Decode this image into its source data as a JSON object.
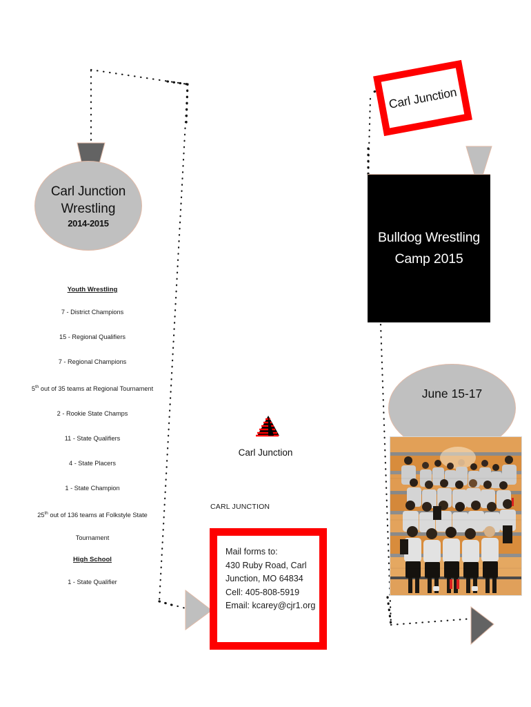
{
  "document": {
    "type": "brochure",
    "title": "Carl Junction Wrestling 2014-2015 / Bulldog Wrestling Camp 2015"
  },
  "colors": {
    "red": "#FE0000",
    "gray_fill": "#C0C0C0",
    "gray_outline": "#E0B9A6",
    "dark_arrow": "#636363",
    "light_arrow": "#BFBFBF",
    "black": "#000000",
    "white": "#FFFFFF",
    "dotted_line": "#1A1A1A"
  },
  "left_panel": {
    "circle": {
      "line1": "Carl Junction",
      "line2": "Wrestling",
      "line3": "2014-2015"
    },
    "youth": {
      "heading": "Youth Wrestling",
      "items": [
        "7 - District Champions",
        "15 - Regional Qualifiers",
        "7 - Regional Champions",
        "2 - Rookie State Champs",
        "11 - State Qualifiers",
        "4 - State Placers",
        "1 - State Champion"
      ],
      "item_regional_rank": {
        "ordinal_num": "5",
        "ordinal_suffix": "th",
        "rest": " out of 35 teams at Regional Tournament"
      },
      "item_state_rank": {
        "ordinal_num": "25",
        "ordinal_suffix": "th",
        "rest": " out of 136 teams at Folkstyle State",
        "rest_line2": "Tournament"
      }
    },
    "high_school": {
      "heading": "High School",
      "items": [
        "1 - State Qualifier"
      ]
    }
  },
  "center_panel": {
    "logo_icon": "carl-junction-pyramid-logo",
    "logo_label": "Carl Junction",
    "caps_label": "CARL JUNCTION",
    "mail_box": {
      "lines": [
        "Mail forms to:",
        "430 Ruby Road, Carl",
        "Junction, MO 64834",
        "Cell: 405-808-5919",
        "Email: kcarey@cjr1.org"
      ]
    }
  },
  "right_panel": {
    "rotated_box_label": "Carl Junction",
    "black_box": {
      "line1": "Bulldog Wrestling",
      "line2": "Camp 2015"
    },
    "oval_label": "June 15-17",
    "photo": {
      "alt": "team-photo-wrestling-squad-on-bleachers"
    }
  },
  "decorations": {
    "arrows": [
      {
        "name": "down-arrow-left-circle",
        "direction": "down",
        "color": "#636363"
      },
      {
        "name": "right-arrow-mail-box",
        "direction": "right",
        "color": "#BFBFBF"
      },
      {
        "name": "down-arrow-black-box",
        "direction": "down",
        "color": "#BFBFBF"
      },
      {
        "name": "right-arrow-bottom-right",
        "direction": "right",
        "color": "#636363"
      }
    ],
    "dotted_paths": [
      {
        "name": "left-panel-dotted-loop"
      },
      {
        "name": "right-panel-dotted-loop"
      }
    ]
  }
}
